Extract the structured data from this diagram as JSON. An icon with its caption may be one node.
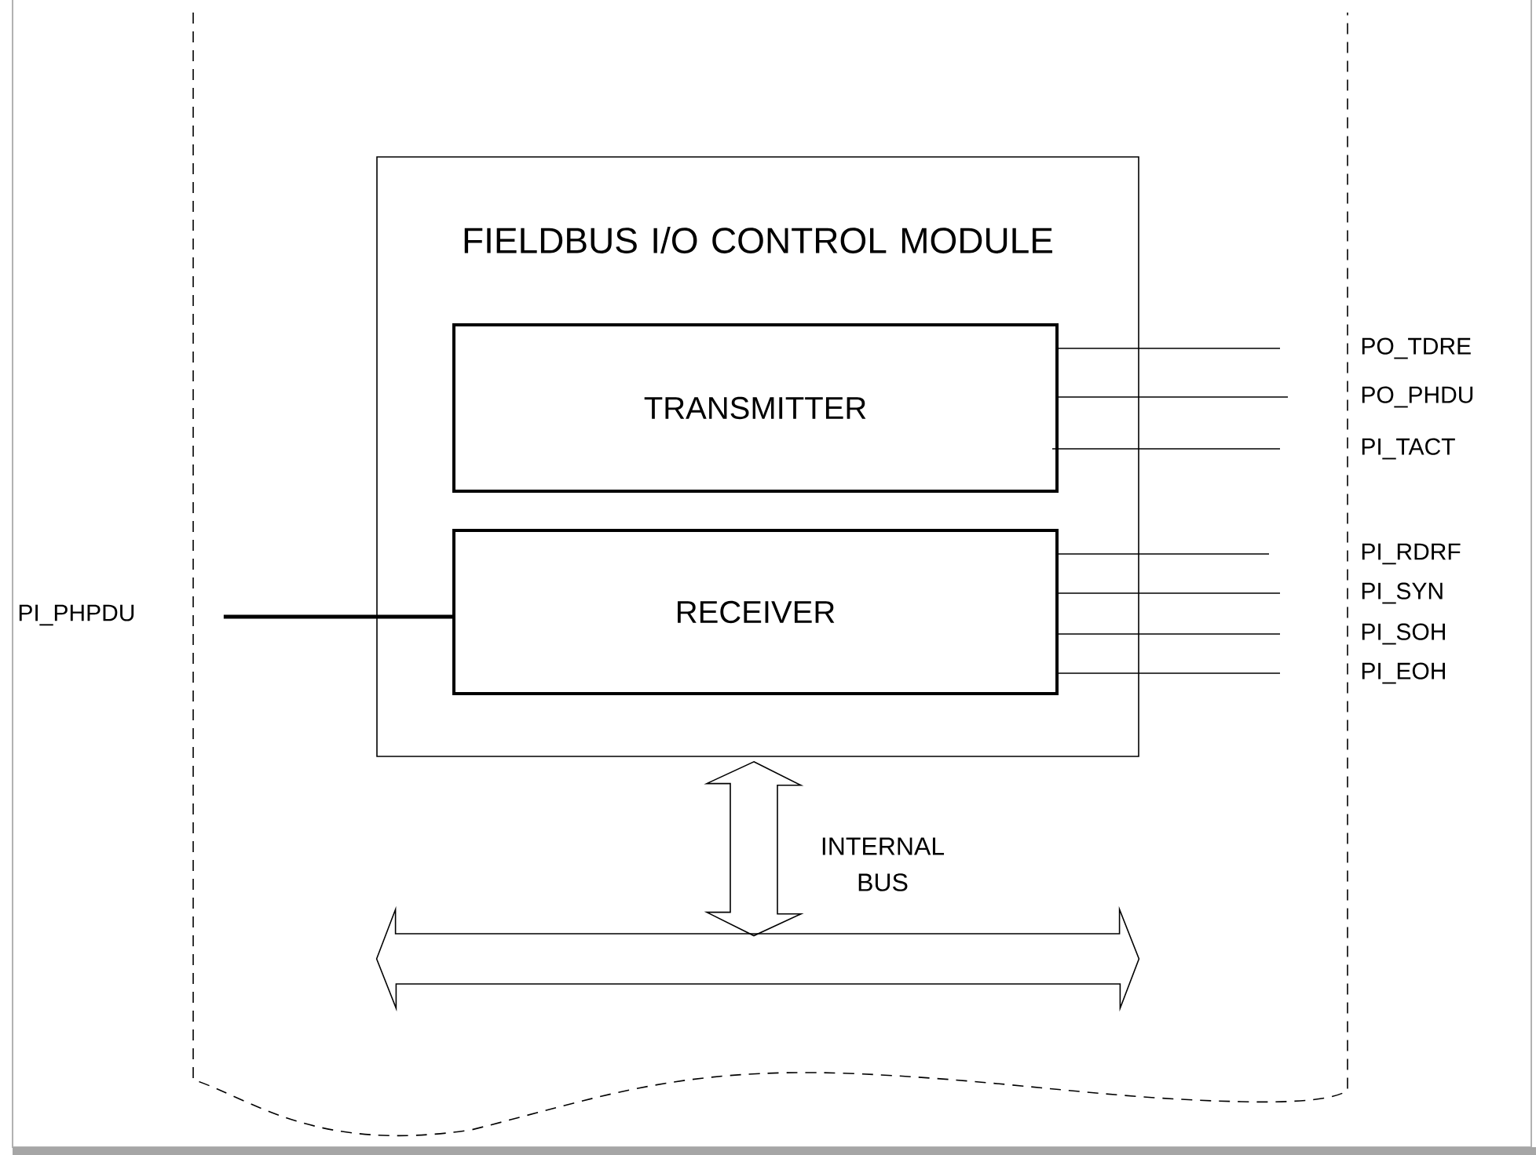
{
  "diagram": {
    "nodes": [
      {
        "text": [
          "FIELDBUS I/O CONTROL MODULE"
        ]
      },
      {
        "text": [
          "TRANSMITTER"
        ],
        "in": 0
      },
      {
        "text": [
          "RECEIVER"
        ],
        "in": 0
      },
      {
        "text": [
          "PO_TDRE"
        ]
      },
      {
        "text": [
          "PO_PHDU"
        ]
      },
      {
        "text": [
          "PI_TACT"
        ]
      },
      {
        "text": [
          "PI_RDRF"
        ]
      },
      {
        "text": [
          "PI_SYN"
        ]
      },
      {
        "text": [
          "PI_SOH"
        ]
      },
      {
        "text": [
          "PI_EOH"
        ]
      },
      {
        "text": [
          "PI_PHPDU"
        ]
      },
      {
        "text": [],
        "shape": "bar"
      }
    ],
    "edges": [
      {
        "from": 1,
        "to": 3,
        "arrow": "none"
      },
      {
        "from": 1,
        "to": 4,
        "arrow": "none"
      },
      {
        "from": 1,
        "to": 5,
        "arrow": "none"
      },
      {
        "from": 2,
        "to": 6,
        "arrow": "none"
      },
      {
        "from": 2,
        "to": 7,
        "arrow": "none"
      },
      {
        "from": 2,
        "to": 8,
        "arrow": "none"
      },
      {
        "from": 2,
        "to": 9,
        "arrow": "none"
      },
      {
        "from": 10,
        "to": 2,
        "arrow": "none",
        "style": "thick"
      },
      {
        "from": 0,
        "to": 11,
        "arrow": "both",
        "label": "INTERNAL BUS",
        "style": "thick"
      }
    ]
  }
}
